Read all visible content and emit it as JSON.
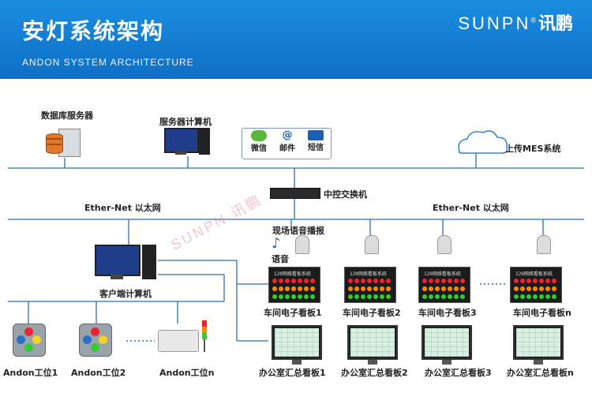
{
  "header": {
    "title": "安灯系统架构",
    "subtitle": "ANDON SYSTEM ARCHITECTURE",
    "logo_latin": "SUNPN",
    "logo_mark": "®",
    "logo_cn": "讯鹏"
  },
  "labels": {
    "db_server": "数据库服务器",
    "server_pc": "服务器计算机",
    "wechat": "微信",
    "mail": "邮件",
    "sms": "短信",
    "mes": "上传MES系统",
    "switch": "中控交换机",
    "ethernet_left": "Ether-Net 以太网",
    "ethernet_right": "Ether-Net 以太网",
    "voice_broadcast": "现场语音播报",
    "voice": "语音",
    "client_pc": "客户端计算机",
    "workshop_boards": [
      "车间电子看板1",
      "车间电子看板2",
      "车间电子看板3",
      "车间电子看板n"
    ],
    "office_boards": [
      "办公室汇总看板1",
      "办公室汇总看板2",
      "办公室汇总看板3",
      "办公室汇总看板n"
    ],
    "andon_stations": [
      "Andon工位1",
      "Andon工位2",
      "Andon工位n"
    ],
    "board_caption": "120网络看板系统",
    "watermark": "SUNPN 讯鹏"
  },
  "colors": {
    "header_bg": "#1280d4",
    "line": "#2b6fae",
    "cloud": "#3a86c8"
  },
  "icons": [
    "database-server-icon",
    "desktop-computer-icon",
    "wechat-icon",
    "at-mail-icon",
    "sms-envelope-icon",
    "cloud-icon",
    "network-switch-icon",
    "music-note-icon",
    "speaker-horn-icon",
    "led-board-icon",
    "monitor-icon",
    "andon-button-box-icon",
    "signal-tower-icon"
  ]
}
